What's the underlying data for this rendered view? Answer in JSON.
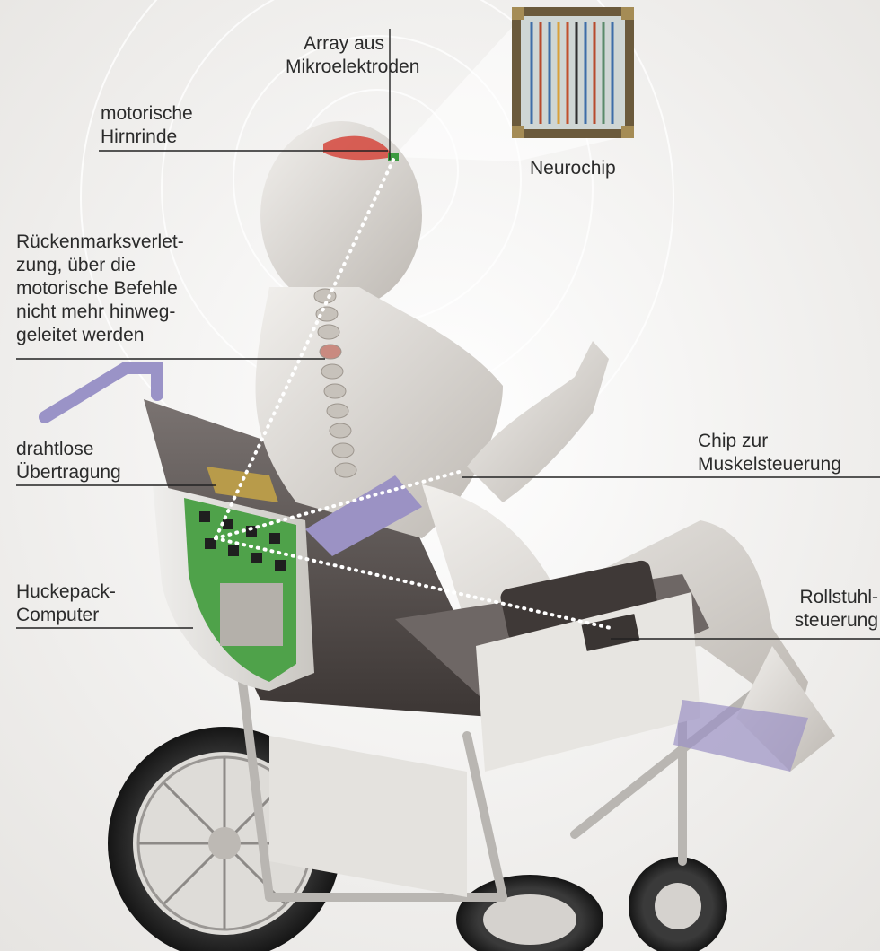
{
  "labels": {
    "array": "Array aus\nMikroelektroden",
    "motor_cortex": "motorische\nHirnrinde",
    "neurochip": "Neurochip",
    "spinal_injury": "Rückenmarksverlet-\nzung, über die\nmotorische Befehle\nnicht mehr hinweg-\ngeleitet werden",
    "wireless": "drahtlose\nÜbertragung",
    "muscle_chip": "Chip zur\nMuskelsteuerung",
    "piggyback_computer": "Huckepack-\nComputer",
    "wheelchair_control": "Rollstuhl-\nsteuerung"
  },
  "colors": {
    "background": "#f4f3f1",
    "figure": "#dcd9d4",
    "wheelchair_frame": "#3a3533",
    "chair_seat": "#6e6765",
    "armrest": "#9b92c4",
    "circuit_board": "#4fa24a",
    "brain_highlight": "#d5463c",
    "electrode": "#3c9a40",
    "signal_dots": "#ffffff",
    "leader_line": "#222222"
  }
}
